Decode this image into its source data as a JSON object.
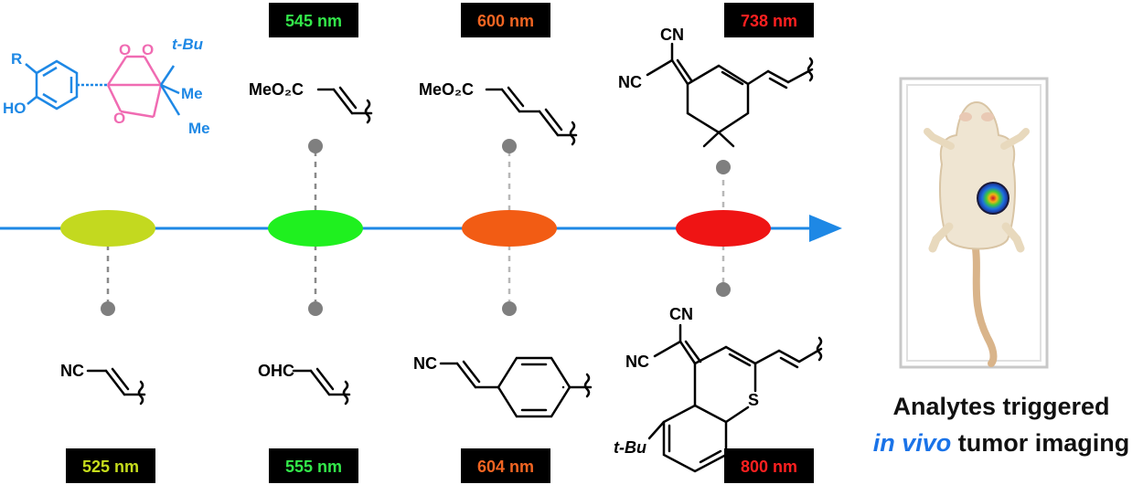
{
  "colors": {
    "axis": "#1e88e5",
    "chem_blue": "#1e88e5",
    "chem_pink": "#f06bb2",
    "connector": "#888888",
    "node": "#808080",
    "label_bg": "#000000"
  },
  "dioxetane": {
    "r_label": "R",
    "ho_label": "HO",
    "t_bu_label": "t-Bu",
    "me1_label": "Me",
    "me2_label": "Me",
    "o_label": "O"
  },
  "emitters": [
    {
      "id": "e525",
      "wavelength": "525 nm",
      "color": "#c3d91f",
      "text_color": "#c6dd1c"
    },
    {
      "id": "e545",
      "wavelength": "545 nm",
      "color": "#1ff01f",
      "text_color": "#33e84a"
    },
    {
      "id": "e555",
      "wavelength": "555 nm",
      "color": "#1ff01f",
      "text_color": "#33e84a"
    },
    {
      "id": "e600",
      "wavelength": "600 nm",
      "color": "#f25c14",
      "text_color": "#f26522"
    },
    {
      "id": "e604",
      "wavelength": "604 nm",
      "color": "#f25c14",
      "text_color": "#f26522"
    },
    {
      "id": "e738",
      "wavelength": "738 nm",
      "color": "#ef1414",
      "text_color": "#ff2020"
    },
    {
      "id": "e800",
      "wavelength": "800 nm",
      "color": "#ef1414",
      "text_color": "#ff2020"
    }
  ],
  "substituents": {
    "acrylonitrile": "NC",
    "methyl_acrylate": "MeO₂C",
    "acrolein": "OHC",
    "methyl_dienoate": "MeO₂C",
    "cyanostyryl": "NC",
    "isophorone_cn1": "CN",
    "isophorone_nc": "NC",
    "thio_cn": "CN",
    "thio_nc": "NC",
    "thio_s": "S",
    "thio_tbu": "t-Bu"
  },
  "caption": {
    "line1": "Analytes triggered",
    "line2_italic": "in vivo",
    "line2_rest": " tumor imaging"
  }
}
